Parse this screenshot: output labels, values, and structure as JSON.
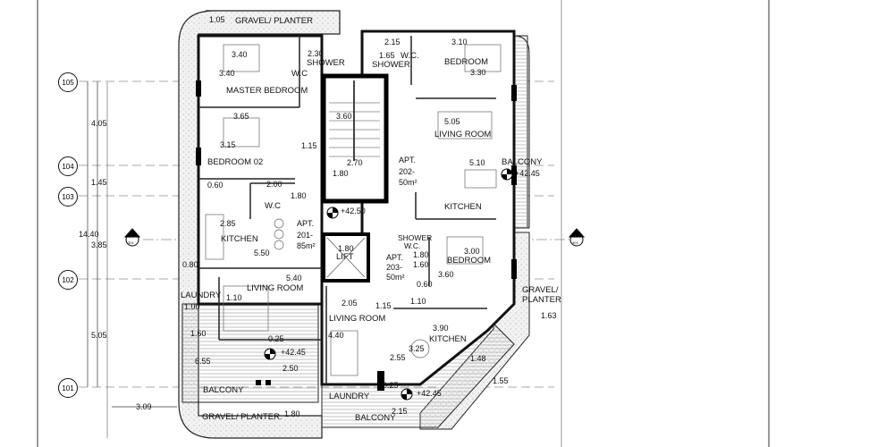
{
  "grid": {
    "bubbles": [
      "105",
      "104",
      "103",
      "102",
      "101"
    ],
    "dims": [
      "4.05",
      "1.45",
      "3.85",
      "5.05"
    ],
    "total": "14.40",
    "offset_left": "3.09",
    "section_mark": {
      "letter": "A",
      "sheet": "301"
    }
  },
  "apt201": {
    "name": [
      "APT.",
      "201-",
      "85m²"
    ],
    "rooms": {
      "master": "MASTER BEDROOM",
      "bed2": "BEDROOM 02",
      "wc1": "W.C",
      "wc2": "W.C",
      "shower": "SHOWER",
      "kitchen": "KITCHEN",
      "living": "LIVING ROOM",
      "laundry": "LAUNDRY",
      "balcony": "BALCONY",
      "gravel_top": "GRAVEL/ PLANTER",
      "gravel_bottom": "GRAVEL/ PLANTER."
    },
    "dims": [
      "1.05",
      "3.40",
      "2.30",
      "3.40",
      "3.65",
      "3.15",
      "1.15",
      "0.60",
      "2.00",
      "1.80",
      "2.85",
      "5.50",
      "0.80",
      "5.40",
      "1.10",
      "1.00",
      "1.60",
      "0.25",
      "6.55",
      "2.50",
      "1.80"
    ],
    "level": "+42.45"
  },
  "core": {
    "stair_dim": "3.60",
    "d1": "2.70",
    "d2": "1.80",
    "level": "+42.50",
    "lift_dim": "1.80",
    "lift": "LIFT"
  },
  "apt202": {
    "name": [
      "APT.",
      "202-",
      "50m²"
    ],
    "rooms": {
      "shower": "SHOWER",
      "wc": "W.C.",
      "bedroom": "BEDROOM",
      "living": "LIVING ROOM",
      "kitchen": "KITCHEN",
      "balcony": "BALCONY"
    },
    "dims": [
      "2.15",
      "3.10",
      "1.65",
      "3.30",
      "5.05",
      "5.10"
    ],
    "level": "+42.45"
  },
  "apt203": {
    "name": [
      "APT.",
      "203-",
      "50m²"
    ],
    "rooms": {
      "shower": "SHOWER",
      "wc": "W.C.",
      "bedroom": "BEDROOM",
      "living": "LIVING ROOM",
      "kitchen": "KITCHEN",
      "laundry": "LAUNDRY",
      "balcony": "BALCONY",
      "gravel1": "GRAVEL/",
      "gravel2": "PLANTER"
    },
    "dims": [
      "1.80",
      "1.60",
      "3.00",
      "3.60",
      "0.60",
      "1.10",
      "2.05",
      "1.15",
      "4.40",
      "3.90",
      "3.25",
      "2.55",
      "1.48",
      "1.55",
      "0.25",
      "2.15",
      "1.63"
    ],
    "level": "+42.45"
  }
}
